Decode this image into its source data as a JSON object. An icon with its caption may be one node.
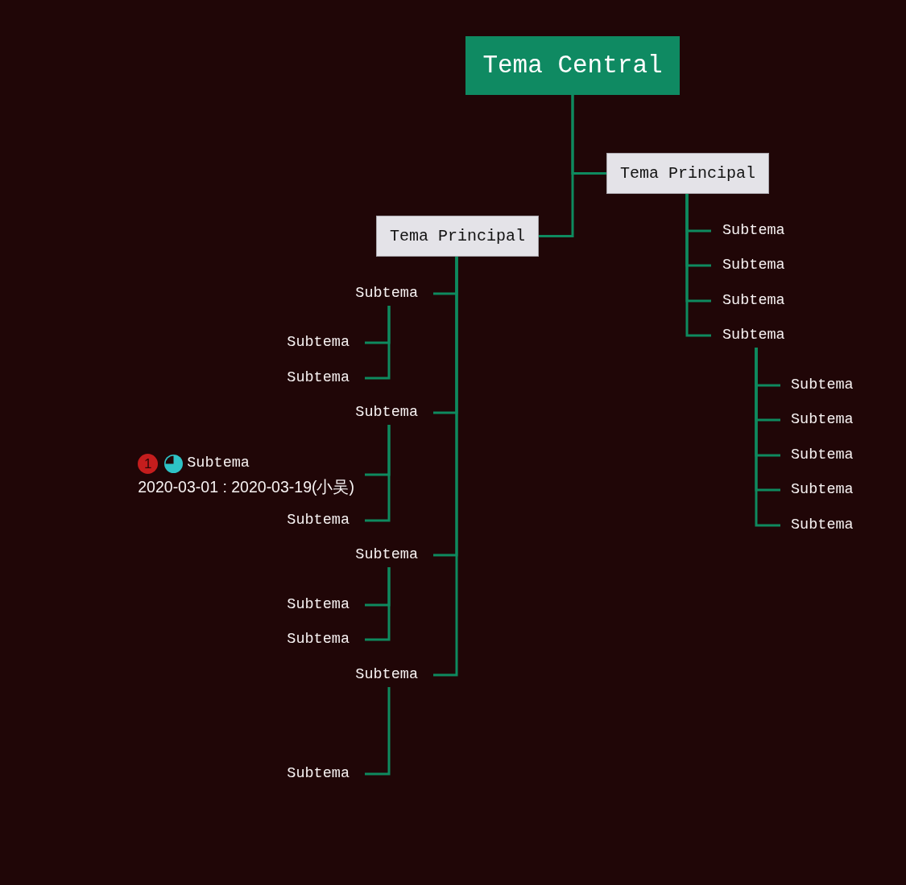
{
  "diagram": {
    "nodes": [
      {
        "text": [
          "Tema Central"
        ]
      },
      {
        "text": [
          "Tema Principal"
        ]
      },
      {
        "text": [
          "Tema Principal"
        ]
      },
      {
        "text": [
          "Subtema"
        ]
      },
      {
        "text": [
          "Subtema"
        ]
      },
      {
        "text": [
          "Subtema"
        ]
      },
      {
        "text": [
          "Subtema"
        ]
      },
      {
        "text": [
          "Subtema"
        ]
      },
      {
        "text": [
          "Subtema"
        ]
      },
      {
        "text": [
          "Subtema"
        ]
      },
      {
        "text": [
          "Subtema"
        ]
      },
      {
        "text": [
          "Subtema"
        ]
      },
      {
        "text": [
          "Subtema"
        ]
      },
      {
        "text": [
          "Subtema"
        ]
      },
      {
        "text": [
          "Subtema"
        ]
      },
      {
        "text": [
          "Subtema"
        ]
      },
      {
        "text": [
          "1",
          "Subtema",
          "2020-03-01 : 2020-03-19(小吴)"
        ]
      },
      {
        "text": [
          "Subtema"
        ]
      },
      {
        "text": [
          "Subtema"
        ]
      },
      {
        "text": [
          "Subtema"
        ]
      },
      {
        "text": [
          "Subtema"
        ]
      },
      {
        "text": [
          "Subtema"
        ]
      },
      {
        "text": [
          "Subtema"
        ]
      }
    ],
    "edges": [
      {
        "from": 0,
        "to": 1,
        "arrow": "none"
      },
      {
        "from": 0,
        "to": 2,
        "arrow": "none"
      },
      {
        "from": 1,
        "to": 3,
        "arrow": "none"
      },
      {
        "from": 1,
        "to": 4,
        "arrow": "none"
      },
      {
        "from": 1,
        "to": 5,
        "arrow": "none"
      },
      {
        "from": 1,
        "to": 6,
        "arrow": "none"
      },
      {
        "from": 6,
        "to": 7,
        "arrow": "none"
      },
      {
        "from": 6,
        "to": 8,
        "arrow": "none"
      },
      {
        "from": 6,
        "to": 9,
        "arrow": "none"
      },
      {
        "from": 6,
        "to": 10,
        "arrow": "none"
      },
      {
        "from": 6,
        "to": 11,
        "arrow": "none"
      },
      {
        "from": 2,
        "to": 12,
        "arrow": "none"
      },
      {
        "from": 12,
        "to": 13,
        "arrow": "none"
      },
      {
        "from": 12,
        "to": 14,
        "arrow": "none"
      },
      {
        "from": 2,
        "to": 15,
        "arrow": "none"
      },
      {
        "from": 15,
        "to": 16,
        "arrow": "none"
      },
      {
        "from": 15,
        "to": 17,
        "arrow": "none"
      },
      {
        "from": 2,
        "to": 18,
        "arrow": "none"
      },
      {
        "from": 18,
        "to": 19,
        "arrow": "none"
      },
      {
        "from": 18,
        "to": 20,
        "arrow": "none"
      },
      {
        "from": 2,
        "to": 21,
        "arrow": "none"
      },
      {
        "from": 21,
        "to": 22,
        "arrow": "none"
      }
    ]
  }
}
